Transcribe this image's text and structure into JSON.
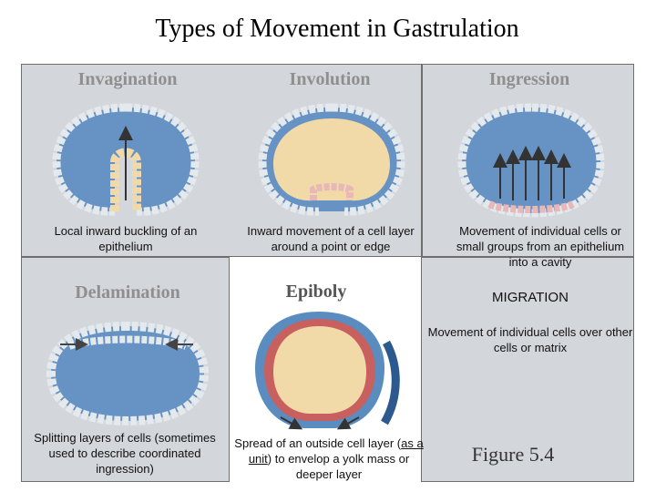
{
  "title": "Types of Movement in Gastrulation",
  "panels": {
    "invagination": {
      "heading": "Invagination",
      "caption": "Local inward buckling of an epithelium"
    },
    "involution": {
      "heading": "Involution",
      "caption": "Inward movement of a cell layer around a point or edge"
    },
    "ingression": {
      "heading": "Ingression",
      "caption": "Movement of individual cells or small groups from an epithelium into a cavity"
    },
    "delamination": {
      "heading": "Delamination",
      "caption": "Splitting layers of cells (sometimes used to describe coordinated ingression)"
    },
    "epiboly": {
      "heading": "Epiboly",
      "caption_before": "Spread of an outside cell layer (",
      "caption_underlined": "as a unit",
      "caption_after": ") to envelop a yolk mass or deeper layer"
    },
    "migration": {
      "heading": "MIGRATION",
      "caption": "Movement of individual cells over other cells or matrix"
    }
  },
  "figure_label": "Figure 5.4",
  "colors": {
    "panel_bg": "#d3d6da",
    "blastula_blue": "#5a8cc0",
    "cell_fill": "#e4e9ee",
    "yolk": "#f1d9a8",
    "pink_cells": "#e8b8b8",
    "epiboly_red": "#c86060"
  }
}
